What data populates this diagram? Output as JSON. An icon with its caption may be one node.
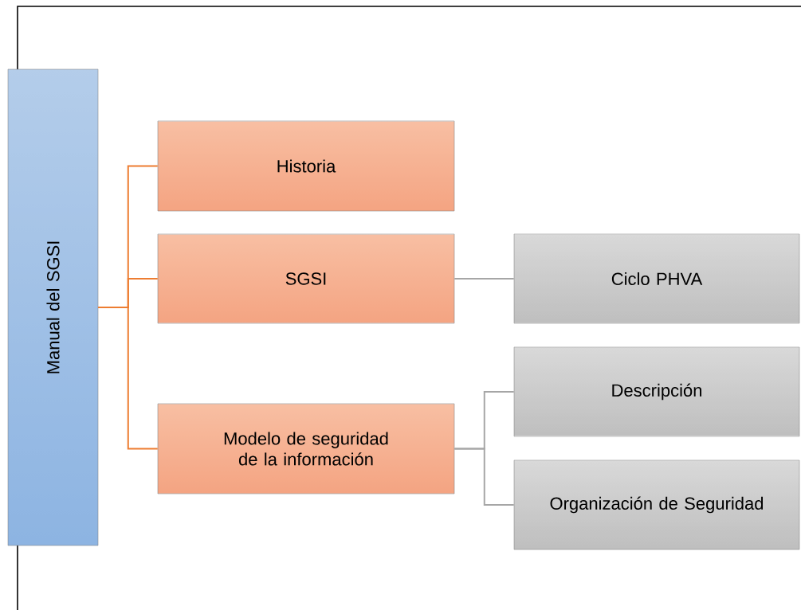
{
  "diagram": {
    "nodes": [
      {
        "text": [
          "Manual del SGSI"
        ]
      },
      {
        "text": [
          "Historia"
        ]
      },
      {
        "text": [
          "SGSI"
        ]
      },
      {
        "text": [
          "Modelo de seguridad de la información"
        ]
      },
      {
        "text": [
          "Ciclo PHVA"
        ]
      },
      {
        "text": [
          "Descripción"
        ]
      },
      {
        "text": [
          "Organización de Seguridad"
        ]
      }
    ],
    "edges": [
      {
        "from": 0,
        "to": 1,
        "arrow": "none"
      },
      {
        "from": 0,
        "to": 2,
        "arrow": "none"
      },
      {
        "from": 0,
        "to": 3,
        "arrow": "none"
      },
      {
        "from": 2,
        "to": 4,
        "arrow": "none",
        "color": "#a6a6a6"
      },
      {
        "from": 3,
        "to": 5,
        "arrow": "none",
        "color": "#a6a6a6"
      },
      {
        "from": 3,
        "to": 6,
        "arrow": "none",
        "color": "#a6a6a6"
      }
    ]
  }
}
